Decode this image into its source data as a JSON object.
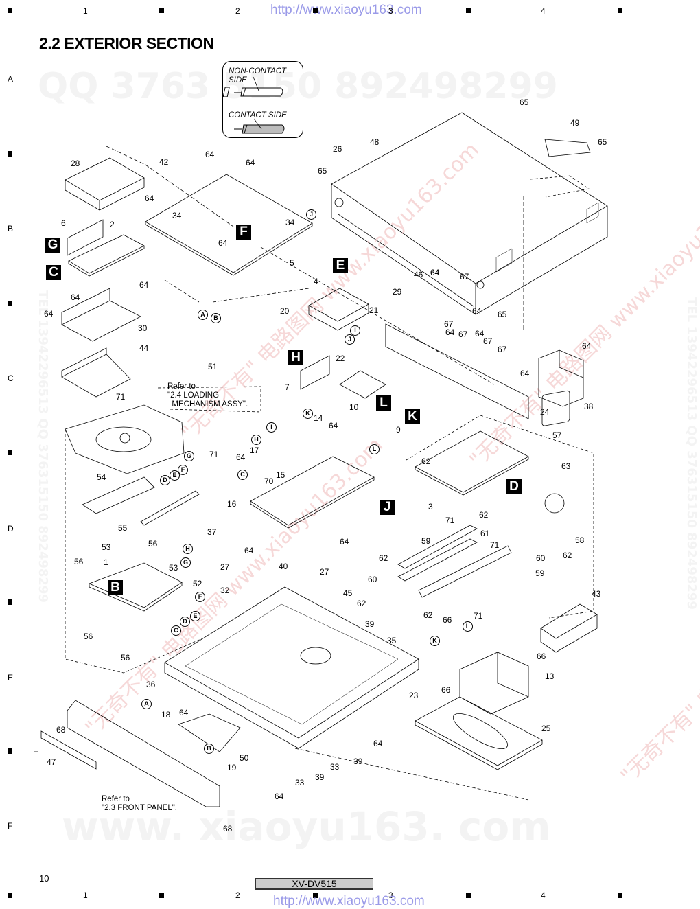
{
  "header": {
    "column_markers": [
      "1",
      "2",
      "3",
      "4"
    ],
    "watermark_url": "http://www.xiaoyu163.com"
  },
  "title": "2.2 EXTERIOR SECTION",
  "row_markers": [
    "A",
    "B",
    "C",
    "D",
    "E",
    "F"
  ],
  "legend": {
    "non_contact_label": "NON-CONTACT\nSIDE",
    "contact_label": "CONTACT SIDE"
  },
  "board_labels": [
    "F",
    "G",
    "C",
    "E",
    "H",
    "L",
    "K",
    "D",
    "J",
    "B"
  ],
  "connector_labels": [
    "A",
    "B",
    "C",
    "D",
    "E",
    "F",
    "G",
    "H",
    "I",
    "J",
    "K",
    "L"
  ],
  "notes": {
    "loading_mech": "Refer to\n\"2.4 LOADING\n  MECHANISM ASSY\".",
    "front_panel": "Refer to\n\"2.3 FRONT PANEL\"."
  },
  "part_numbers": [
    "28",
    "42",
    "64",
    "64",
    "64",
    "6",
    "2",
    "34",
    "34",
    "64",
    "5",
    "65",
    "26",
    "48",
    "65",
    "49",
    "65",
    "64",
    "64",
    "64",
    "64",
    "4",
    "20",
    "30",
    "44",
    "46",
    "64",
    "67",
    "29",
    "64",
    "65",
    "21",
    "67",
    "64",
    "67",
    "64",
    "67",
    "67",
    "22",
    "7",
    "10",
    "51",
    "71",
    "24",
    "64",
    "38",
    "64",
    "9",
    "57",
    "63",
    "14",
    "64",
    "17",
    "64",
    "15",
    "70",
    "16",
    "71",
    "54",
    "55",
    "37",
    "56",
    "3",
    "62",
    "71",
    "62",
    "58",
    "60",
    "62",
    "64",
    "53",
    "53",
    "1",
    "52",
    "56",
    "27",
    "64",
    "32",
    "40",
    "27",
    "59",
    "61",
    "71",
    "59",
    "62",
    "45",
    "62",
    "60",
    "62",
    "71",
    "39",
    "35",
    "43",
    "66",
    "66",
    "13",
    "56",
    "56",
    "36",
    "18",
    "64",
    "23",
    "66",
    "25",
    "68",
    "47",
    "50",
    "19",
    "33",
    "39",
    "33",
    "39",
    "64",
    "64",
    "68"
  ],
  "footer": {
    "page_number": "10",
    "model": "XV-DV515",
    "column_markers": [
      "1",
      "2",
      "3",
      "4"
    ],
    "watermark_url": "http://www.xiaoyu163.com"
  },
  "watermarks": {
    "qq_line": "QQ 3763 5150   892498299",
    "side_text": "TEL 13942296513  QQ 376315150  892498299",
    "bottom_line": "www. xiaoyu163. com",
    "diag": "\"无奇不有\" 电路图网 www.xiaoyu163.com"
  }
}
